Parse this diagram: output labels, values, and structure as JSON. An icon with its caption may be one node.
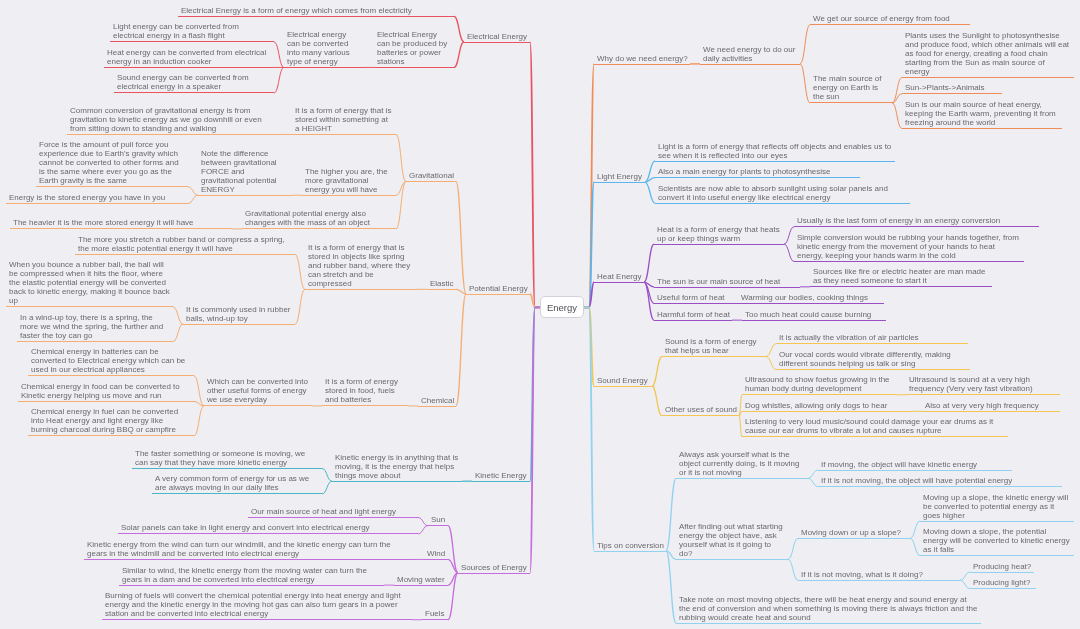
{
  "diagram": {
    "nodes": [
      {
        "text": [
          "Energy"
        ]
      },
      {
        "text": [
          "Electrical Energy"
        ]
      },
      {
        "text": [
          "Electrical Energy is a form of energy which comes from electricity"
        ]
      },
      {
        "text": [
          "Electrical Energy can be produced by batteries or power stations"
        ]
      },
      {
        "text": [
          "Electrical energy can be converted into many various type of energy"
        ]
      },
      {
        "text": [
          "Light energy can be converted from electrical energy in a flash flight"
        ]
      },
      {
        "text": [
          "Heat energy can be converted from electrical energy in an induction cooker"
        ]
      },
      {
        "text": [
          "Sound energy can be converted from electrical energy in a speaker"
        ]
      },
      {
        "text": [
          "Potential Energy"
        ]
      },
      {
        "text": [
          "Gravitational"
        ]
      },
      {
        "text": [
          "It is a form of energy that is stored within something at a HEIGHT"
        ]
      },
      {
        "text": [
          "Common conversion of gravitational energy is from gravitation to kinetic energy as we go downhill or even from sitting down to standing and walking"
        ]
      },
      {
        "text": [
          "The higher you are, the more gravitational energy you will have"
        ]
      },
      {
        "text": [
          "Note the difference between gravitational FORCE and gravitational potential ENERGY"
        ]
      },
      {
        "text": [
          "Force is the amount of pull force you experience due to Earth's gravity which cannot be converted to other forms and is the same where ever you go as the Earth gravity is the same"
        ]
      },
      {
        "text": [
          "Energy is the stored energy you have in you"
        ]
      },
      {
        "text": [
          "Gravitational potential energy also changes with the mass of an object"
        ]
      },
      {
        "text": [
          "The heavier it is the more stored energy it will have"
        ]
      },
      {
        "text": [
          "Elastic"
        ]
      },
      {
        "text": [
          "It is a form of energy that is stored in objects like spring and rubber band, where they can stretch and be compressed"
        ]
      },
      {
        "text": [
          "The more you stretch a rubber band or compress a spring, the more elastic potential energy it will have"
        ]
      },
      {
        "text": [
          "It is commonly used in rubber balls, wind-up toy"
        ]
      },
      {
        "text": [
          "When you bounce a rubber ball, the ball will be compressed when it hits the floor, where the elastic potential energy will be converted back to kinetic energy, making it bounce back up"
        ]
      },
      {
        "text": [
          "In a wind-up toy, there is a spring, the more we wind the spring, the further and faster the toy can go"
        ]
      },
      {
        "text": [
          "Chemical"
        ]
      },
      {
        "text": [
          "It is a form of energy stored in food, fuels and batteries"
        ]
      },
      {
        "text": [
          "Which can be converted into other useful forms of energy we use everyday"
        ]
      },
      {
        "text": [
          "Chemical energy in batteries can be converted to Electrical energy which can be used in our electrical appliances"
        ]
      },
      {
        "text": [
          "Chemical energy in food can be converted to Kinetic energy helping us move and run"
        ]
      },
      {
        "text": [
          "Chemical energy in fuel can be converted into Heat energy and light energy like burning charcoal during BBQ or campfire"
        ]
      },
      {
        "text": [
          "Kinetic Energy"
        ]
      },
      {
        "text": [
          "Kinetic energy is in anything that is moving, it is the energy that helps things move about"
        ]
      },
      {
        "text": [
          "The faster something or someone is moving, we can say that they have more kinetic energy"
        ]
      },
      {
        "text": [
          "A very common form of energy for us as we are always moving in our daily lifes"
        ]
      },
      {
        "text": [
          "Sources of Energy"
        ]
      },
      {
        "text": [
          "Sun"
        ]
      },
      {
        "text": [
          "Our main source of heat and light energy"
        ]
      },
      {
        "text": [
          "Solar panels can take in light energy and convert into electrical energy"
        ]
      },
      {
        "text": [
          "Wind"
        ]
      },
      {
        "text": [
          "Kinetic energy from the wind can turn our windmill, and the kinetic energy can turn the gears in the windmill and be converted into electrical energy"
        ]
      },
      {
        "text": [
          "Moving water"
        ]
      },
      {
        "text": [
          "Similar to wind, the kinetic energy from the moving water can turn the gears in a dam and be converted into electrical energy"
        ]
      },
      {
        "text": [
          "Fuels"
        ]
      },
      {
        "text": [
          "Burning of fuels will convert the chemical potential energy into heat energy and light energy and the kinetic energy in the moving hot gas can also turn gears in a power station and be converted into electrical energy"
        ]
      },
      {
        "text": [
          "Why do we need energy?"
        ]
      },
      {
        "text": [
          "We need energy to do our daily activities"
        ]
      },
      {
        "text": [
          "We get our source of energy from food"
        ]
      },
      {
        "text": [
          "The main source of energy on Earth is the sun"
        ]
      },
      {
        "text": [
          "Plants uses the Sunlight to photosynthesise and produce food, which other animals will eat as food for energy, creating a food chain starting from the Sun as main source of energy"
        ]
      },
      {
        "text": [
          "Sun->Plants->Animals"
        ]
      },
      {
        "text": [
          "Sun is our main source of heat energy, keeping the Earth warm, preventing it from freezing around the world"
        ]
      },
      {
        "text": [
          "Light Energy"
        ]
      },
      {
        "text": [
          "Light is a form of energy that reflects off objects and enables us to see when it is reflected into our eyes"
        ]
      },
      {
        "text": [
          "Also a main energy for plants to photosynthesise"
        ]
      },
      {
        "text": [
          "Scientists are now able to absorb sunlight using solar panels and convert it into useful energy like electrical energy"
        ]
      },
      {
        "text": [
          "Heat Energy"
        ]
      },
      {
        "text": [
          "Heat is a form of energy that heats up or keep things warm"
        ]
      },
      {
        "text": [
          "Usually is the last form of energy in an energy conversion"
        ]
      },
      {
        "text": [
          "Simple conversion would be rubbing your hands together, from kinetic energy from the movement of your hands to heat energy, keeping your hands warm in the cold"
        ]
      },
      {
        "text": [
          "The sun is our main source of heat"
        ]
      },
      {
        "text": [
          "Sources like fire or electric heater are man made as they need someone to start it"
        ]
      },
      {
        "text": [
          "Useful form of heat"
        ]
      },
      {
        "text": [
          "Warming our bodies, cooking things"
        ]
      },
      {
        "text": [
          "Harmful form of heat"
        ]
      },
      {
        "text": [
          "Too much heat could cause burning"
        ]
      },
      {
        "text": [
          "Sound Energy"
        ]
      },
      {
        "text": [
          "Sound is a form of energy that helps us hear"
        ]
      },
      {
        "text": [
          "It is actually the vibration of air particles"
        ]
      },
      {
        "text": [
          "Our vocal cords would vibrate differently, making different sounds helping us talk or sing"
        ]
      },
      {
        "text": [
          "Other uses of sound"
        ]
      },
      {
        "text": [
          "Ultrasound to show foetus growing in the human body during development"
        ]
      },
      {
        "text": [
          "Ultrasound is sound at a very high frequency (Very very fast vibration)"
        ]
      },
      {
        "text": [
          "Dog whistles, allowing only dogs to hear"
        ]
      },
      {
        "text": [
          "Also at very very high frequency"
        ]
      },
      {
        "text": [
          "Listening to very loud music/sound could damage your ear drums as it cause our ear drums to vibrate a lot and causes rupture"
        ]
      },
      {
        "text": [
          "Tips on conversion"
        ]
      },
      {
        "text": [
          "Always ask yourself what is the object currently doing, is it moving or it is not moving"
        ]
      },
      {
        "text": [
          "If moving, the object will have kinetic energy"
        ]
      },
      {
        "text": [
          "If it is not moving, the object will have potential energy"
        ]
      },
      {
        "text": [
          "After finding out what starting energy the object have, ask yourself what is it going to do?"
        ]
      },
      {
        "text": [
          "Moving down or up a slope?"
        ]
      },
      {
        "text": [
          "Moving up a slope, the kinetic energy will be converted to potential energy as it goes higher"
        ]
      },
      {
        "text": [
          "Moving down a slope, the potential energy will be converted to kinetic energy as it falls"
        ]
      },
      {
        "text": [
          "If it is not moving, what is it doing?"
        ]
      },
      {
        "text": [
          "Producing heat?"
        ]
      },
      {
        "text": [
          "Producing light?"
        ]
      },
      {
        "text": [
          "Take note on most moving objects, there will be heat energy and sound energy at the end of conversion and when something is moving there is always friction and the rubbing would create heat and sound"
        ]
      }
    ],
    "edges": [
      {
        "from": 0,
        "to": 1,
        "arrow": "none",
        "color": "#e9525f"
      },
      {
        "from": 1,
        "to": 2,
        "arrow": "none",
        "color": "#e9525f"
      },
      {
        "from": 1,
        "to": 3,
        "arrow": "none",
        "color": "#e9525f"
      },
      {
        "from": 3,
        "to": 4,
        "arrow": "none",
        "color": "#e9525f"
      },
      {
        "from": 4,
        "to": 5,
        "arrow": "none",
        "color": "#e9525f"
      },
      {
        "from": 4,
        "to": 6,
        "arrow": "none",
        "color": "#e9525f"
      },
      {
        "from": 4,
        "to": 7,
        "arrow": "none",
        "color": "#e9525f"
      },
      {
        "from": 0,
        "to": 8,
        "arrow": "none"
      },
      {
        "from": 8,
        "to": 9,
        "arrow": "none"
      },
      {
        "from": 9,
        "to": 10,
        "arrow": "none"
      },
      {
        "from": 10,
        "to": 11,
        "arrow": "none"
      },
      {
        "from": 9,
        "to": 12,
        "arrow": "none"
      },
      {
        "from": 12,
        "to": 13,
        "arrow": "none"
      },
      {
        "from": 13,
        "to": 14,
        "arrow": "none"
      },
      {
        "from": 13,
        "to": 15,
        "arrow": "none"
      },
      {
        "from": 9,
        "to": 16,
        "arrow": "none"
      },
      {
        "from": 16,
        "to": 17,
        "arrow": "none"
      },
      {
        "from": 8,
        "to": 18,
        "arrow": "none"
      },
      {
        "from": 18,
        "to": 19,
        "arrow": "none"
      },
      {
        "from": 19,
        "to": 20,
        "arrow": "none"
      },
      {
        "from": 19,
        "to": 21,
        "arrow": "none"
      },
      {
        "from": 21,
        "to": 22,
        "arrow": "none"
      },
      {
        "from": 21,
        "to": 23,
        "arrow": "none"
      },
      {
        "from": 8,
        "to": 24,
        "arrow": "none"
      },
      {
        "from": 24,
        "to": 25,
        "arrow": "none"
      },
      {
        "from": 25,
        "to": 26,
        "arrow": "none"
      },
      {
        "from": 26,
        "to": 27,
        "arrow": "none"
      },
      {
        "from": 26,
        "to": 28,
        "arrow": "none"
      },
      {
        "from": 26,
        "to": 29,
        "arrow": "none"
      },
      {
        "from": 0,
        "to": 30,
        "arrow": "none",
        "color": "#4db6c6"
      },
      {
        "from": 30,
        "to": 31,
        "arrow": "none",
        "color": "#4db6c6"
      },
      {
        "from": 31,
        "to": 32,
        "arrow": "none",
        "color": "#4db6c6"
      },
      {
        "from": 31,
        "to": 33,
        "arrow": "none",
        "color": "#4db6c6"
      },
      {
        "from": 0,
        "to": 34,
        "arrow": "none",
        "color": "#c56bdc"
      },
      {
        "from": 34,
        "to": 35,
        "arrow": "none",
        "color": "#c56bdc"
      },
      {
        "from": 35,
        "to": 36,
        "arrow": "none",
        "color": "#c56bdc"
      },
      {
        "from": 35,
        "to": 37,
        "arrow": "none",
        "color": "#c56bdc"
      },
      {
        "from": 34,
        "to": 38,
        "arrow": "none",
        "color": "#c56bdc"
      },
      {
        "from": 38,
        "to": 39,
        "arrow": "none",
        "color": "#c56bdc"
      },
      {
        "from": 34,
        "to": 40,
        "arrow": "none",
        "color": "#c56bdc"
      },
      {
        "from": 40,
        "to": 41,
        "arrow": "none",
        "color": "#c56bdc"
      },
      {
        "from": 34,
        "to": 42,
        "arrow": "none",
        "color": "#c56bdc"
      },
      {
        "from": 42,
        "to": 43,
        "arrow": "none",
        "color": "#c56bdc"
      },
      {
        "from": 0,
        "to": 44,
        "arrow": "none",
        "color": "#f08c57"
      },
      {
        "from": 44,
        "to": 45,
        "arrow": "none",
        "color": "#f08c57"
      },
      {
        "from": 45,
        "to": 46,
        "arrow": "none",
        "color": "#f08c57"
      },
      {
        "from": 45,
        "to": 47,
        "arrow": "none",
        "color": "#f08c57"
      },
      {
        "from": 47,
        "to": 48,
        "arrow": "none",
        "color": "#f08c57"
      },
      {
        "from": 47,
        "to": 49,
        "arrow": "none",
        "color": "#f08c57"
      },
      {
        "from": 47,
        "to": 50,
        "arrow": "none",
        "color": "#f08c57"
      },
      {
        "from": 0,
        "to": 51,
        "arrow": "none",
        "color": "#5ab6ec"
      },
      {
        "from": 51,
        "to": 52,
        "arrow": "none",
        "color": "#5ab6ec"
      },
      {
        "from": 51,
        "to": 53,
        "arrow": "none",
        "color": "#5ab6ec"
      },
      {
        "from": 51,
        "to": 54,
        "arrow": "none",
        "color": "#5ab6ec"
      },
      {
        "from": 0,
        "to": 55,
        "arrow": "none",
        "color": "#9a50c4"
      },
      {
        "from": 55,
        "to": 56,
        "arrow": "none",
        "color": "#9a50c4"
      },
      {
        "from": 56,
        "to": 57,
        "arrow": "none",
        "color": "#9a50c4"
      },
      {
        "from": 56,
        "to": 58,
        "arrow": "none",
        "color": "#9a50c4"
      },
      {
        "from": 55,
        "to": 59,
        "arrow": "none",
        "color": "#9a50c4"
      },
      {
        "from": 59,
        "to": 60,
        "arrow": "none",
        "color": "#9a50c4"
      },
      {
        "from": 55,
        "to": 61,
        "arrow": "none",
        "color": "#9a50c4"
      },
      {
        "from": 61,
        "to": 62,
        "arrow": "none",
        "color": "#9a50c4"
      },
      {
        "from": 55,
        "to": 63,
        "arrow": "none",
        "color": "#9a50c4"
      },
      {
        "from": 63,
        "to": 64,
        "arrow": "none",
        "color": "#9a50c4"
      },
      {
        "from": 0,
        "to": 65,
        "arrow": "none",
        "color": "#f3c653"
      },
      {
        "from": 65,
        "to": 66,
        "arrow": "none",
        "color": "#f3c653"
      },
      {
        "from": 66,
        "to": 67,
        "arrow": "none",
        "color": "#f3c653"
      },
      {
        "from": 66,
        "to": 68,
        "arrow": "none",
        "color": "#f3c653"
      },
      {
        "from": 65,
        "to": 69,
        "arrow": "none",
        "color": "#f3c653"
      },
      {
        "from": 69,
        "to": 70,
        "arrow": "none",
        "color": "#f3c653"
      },
      {
        "from": 70,
        "to": 71,
        "arrow": "none",
        "color": "#f3c653"
      },
      {
        "from": 69,
        "to": 72,
        "arrow": "none",
        "color": "#f3c653"
      },
      {
        "from": 72,
        "to": 73,
        "arrow": "none",
        "color": "#f3c653"
      },
      {
        "from": 69,
        "to": 74,
        "arrow": "none",
        "color": "#f3c653"
      },
      {
        "from": 0,
        "to": 75,
        "arrow": "none",
        "color": "#90d2ef"
      },
      {
        "from": 75,
        "to": 76,
        "arrow": "none",
        "color": "#90d2ef"
      },
      {
        "from": 76,
        "to": 77,
        "arrow": "none",
        "color": "#90d2ef"
      },
      {
        "from": 76,
        "to": 78,
        "arrow": "none",
        "color": "#90d2ef"
      },
      {
        "from": 75,
        "to": 79,
        "arrow": "none",
        "color": "#90d2ef"
      },
      {
        "from": 79,
        "to": 80,
        "arrow": "none",
        "color": "#90d2ef"
      },
      {
        "from": 80,
        "to": 81,
        "arrow": "none",
        "color": "#90d2ef"
      },
      {
        "from": 80,
        "to": 82,
        "arrow": "none",
        "color": "#90d2ef"
      },
      {
        "from": 79,
        "to": 83,
        "arrow": "none",
        "color": "#90d2ef"
      },
      {
        "from": 83,
        "to": 84,
        "arrow": "none",
        "color": "#90d2ef"
      },
      {
        "from": 83,
        "to": 85,
        "arrow": "none",
        "color": "#90d2ef"
      },
      {
        "from": 75,
        "to": 86,
        "arrow": "none",
        "color": "#90d2ef"
      }
    ]
  }
}
